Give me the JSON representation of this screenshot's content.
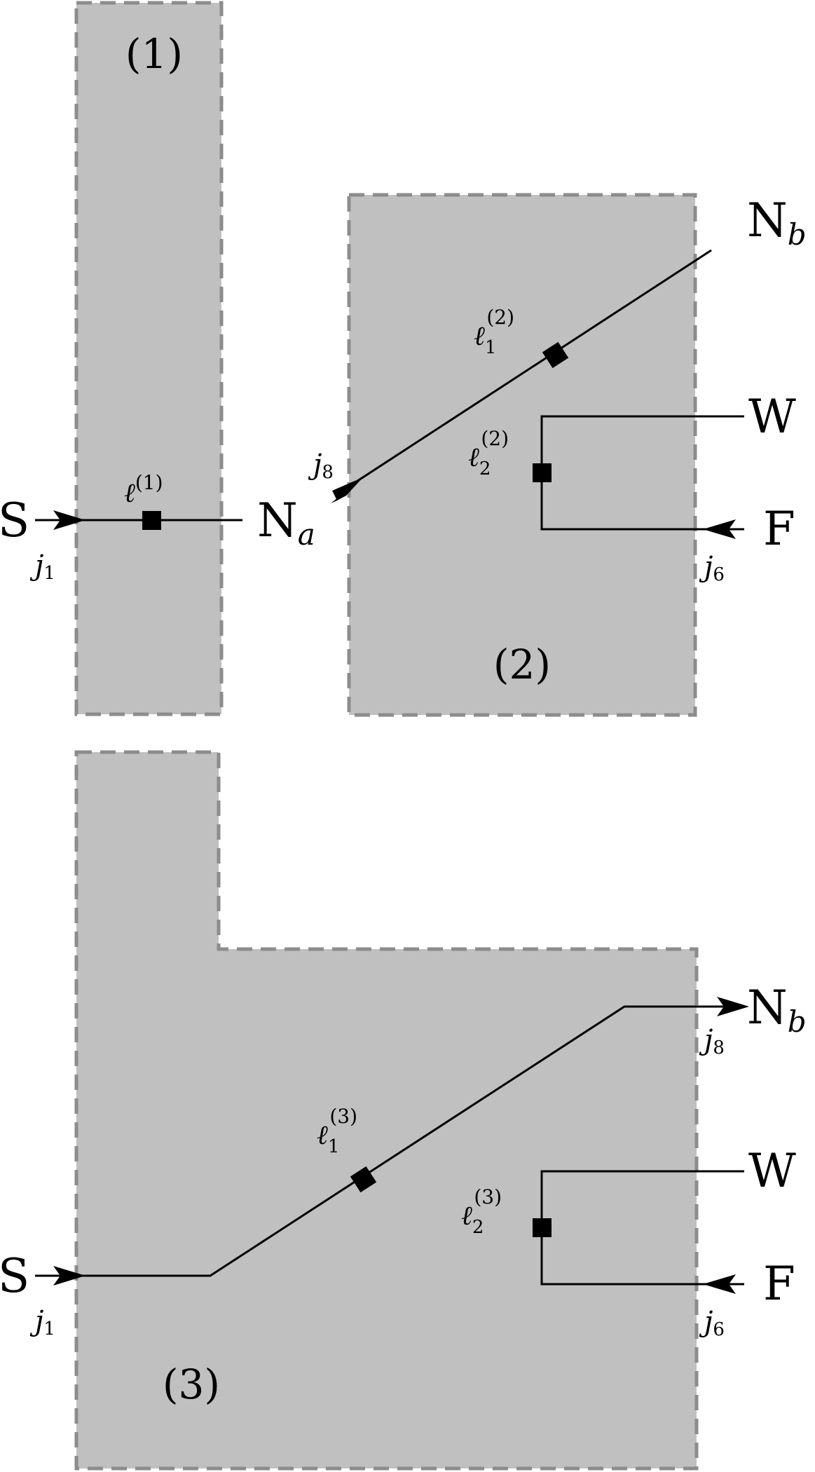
{
  "diagram": {
    "regions": [
      {
        "id": "1",
        "label": "(1)"
      },
      {
        "id": "2",
        "label": "(2)"
      },
      {
        "id": "3",
        "label": "(3)"
      }
    ],
    "terminals": {
      "S": "S",
      "N": "N",
      "a": "a",
      "b": "b",
      "W": "W",
      "F": "F"
    },
    "links": {
      "j": "j",
      "j1_sub": "1",
      "j6_sub": "6",
      "j8_sub": "8"
    },
    "losses": {
      "ell": "ℓ",
      "sup1": "(1)",
      "sup2": "(2)",
      "sup3": "(3)",
      "sub1": "1",
      "sub2": "2"
    }
  }
}
